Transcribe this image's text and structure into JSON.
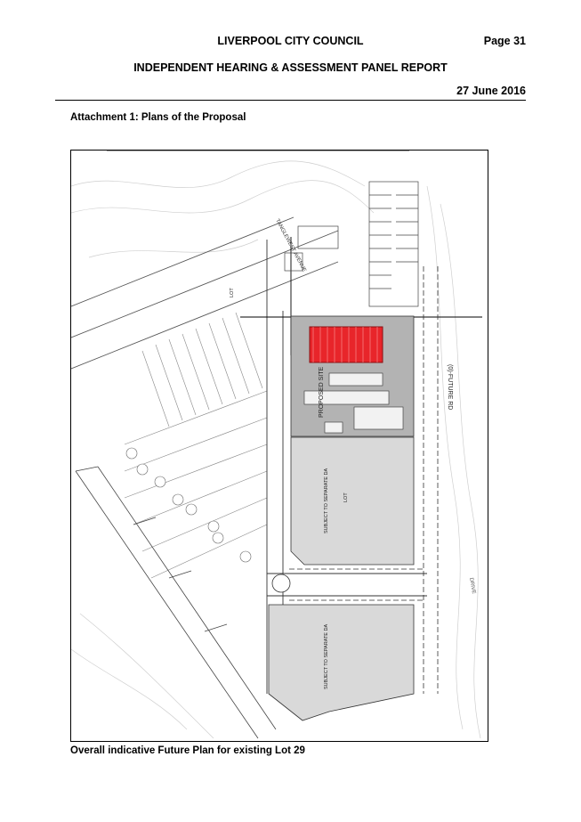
{
  "header": {
    "council": "LIVERPOOL CITY COUNCIL",
    "page": "Page 31",
    "panel": "INDEPENDENT HEARING & ASSESSMENT PANEL REPORT",
    "date": "27 June 2016"
  },
  "attachment_title": "Attachment 1: Plans of the Proposal",
  "caption": "Overall indicative Future Plan for existing Lot 29",
  "plan_labels": {
    "street_top": "TANGLEWEST AVENUE",
    "proposed_site": "PROPOSED SITE",
    "future_rd": "(0)-FUTURE RD",
    "separate_da_1": "SUBJECT TO SEPARATE DA",
    "separate_da_2": "SUBJECT TO SEPARATE DA",
    "lot_1": "LOT",
    "lot_2": "LOT",
    "drive": "DRIVE"
  },
  "colors": {
    "proposal_highlight": "#e8252a",
    "lot_fill": "#d9d9d9",
    "site_fill": "#b3b3b3"
  }
}
